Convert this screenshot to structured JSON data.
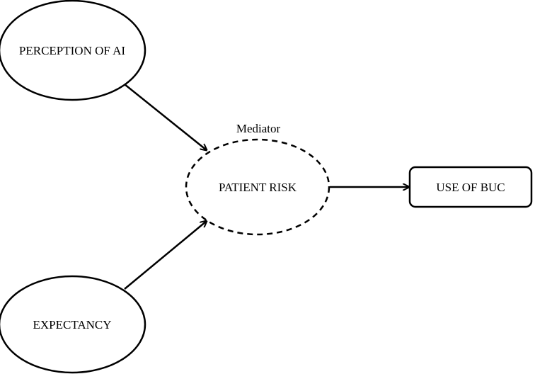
{
  "diagram": {
    "nodes": {
      "perception": {
        "label": "PERCEPTION OF AI"
      },
      "expectancy": {
        "label": "EXPECTANCY"
      },
      "patient_risk": {
        "label": "PATIENT RISK",
        "role_label": "Mediator"
      },
      "use_of_buc": {
        "label": "USE OF BUC"
      }
    },
    "edges": [
      {
        "from": "PERCEPTION OF AI",
        "to": "PATIENT RISK"
      },
      {
        "from": "EXPECTANCY",
        "to": "PATIENT RISK"
      },
      {
        "from": "PATIENT RISK",
        "to": "USE OF BUC"
      }
    ]
  }
}
